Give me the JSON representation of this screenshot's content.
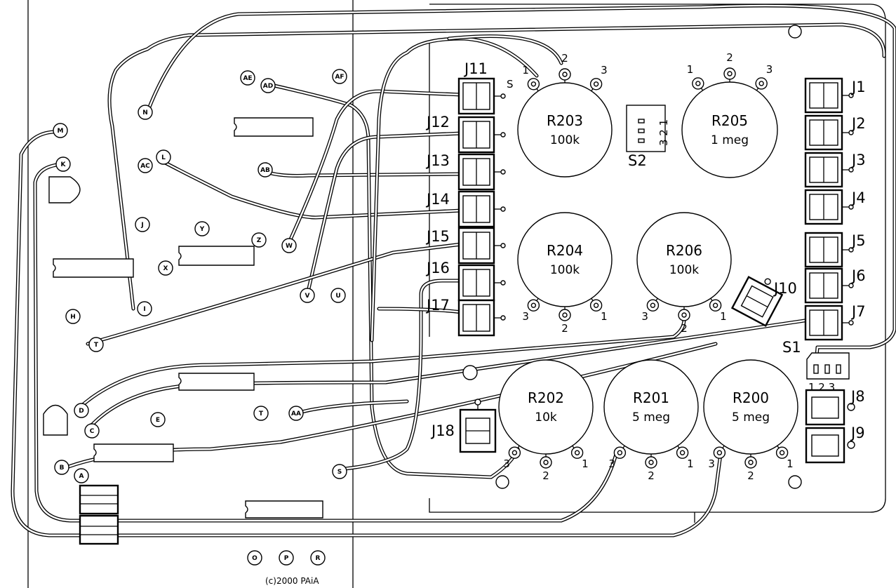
{
  "copyright": "(c)2000 PAiA",
  "pots": [
    {
      "name": "R203",
      "value": "100k",
      "pins": [
        "1",
        "2",
        "3"
      ]
    },
    {
      "name": "R205",
      "value": "1 meg",
      "pins": [
        "1",
        "2",
        "3"
      ]
    },
    {
      "name": "R204",
      "value": "100k",
      "pins": [
        "3",
        "2",
        "1"
      ]
    },
    {
      "name": "R206",
      "value": "100k",
      "pins": [
        "3",
        "2",
        "1"
      ]
    },
    {
      "name": "R202",
      "value": "10k",
      "pins": [
        "3",
        "2",
        "1"
      ]
    },
    {
      "name": "R201",
      "value": "5 meg",
      "pins": [
        "3",
        "2",
        "1"
      ]
    },
    {
      "name": "R200",
      "value": "5 meg",
      "pins": [
        "3",
        "2",
        "1"
      ]
    }
  ],
  "jacks": [
    "J1",
    "J2",
    "J3",
    "J4",
    "J5",
    "J6",
    "J7",
    "J8",
    "J9",
    "J10",
    "J11",
    "J12",
    "J13",
    "J14",
    "J15",
    "J16",
    "J17",
    "J18"
  ],
  "switches": [
    {
      "name": "S1",
      "pins": "1 2 3"
    },
    {
      "name": "S2",
      "pins": "3 2 1"
    }
  ],
  "j11_s_mark": "S",
  "pads": [
    "A",
    "B",
    "C",
    "D",
    "E",
    "H",
    "I",
    "J",
    "K",
    "L",
    "M",
    "N",
    "O",
    "P",
    "R",
    "S",
    "T",
    "U",
    "V",
    "W",
    "X",
    "Y",
    "Z",
    "AA",
    "AB",
    "AC",
    "AD",
    "AE",
    "AF",
    "T"
  ]
}
